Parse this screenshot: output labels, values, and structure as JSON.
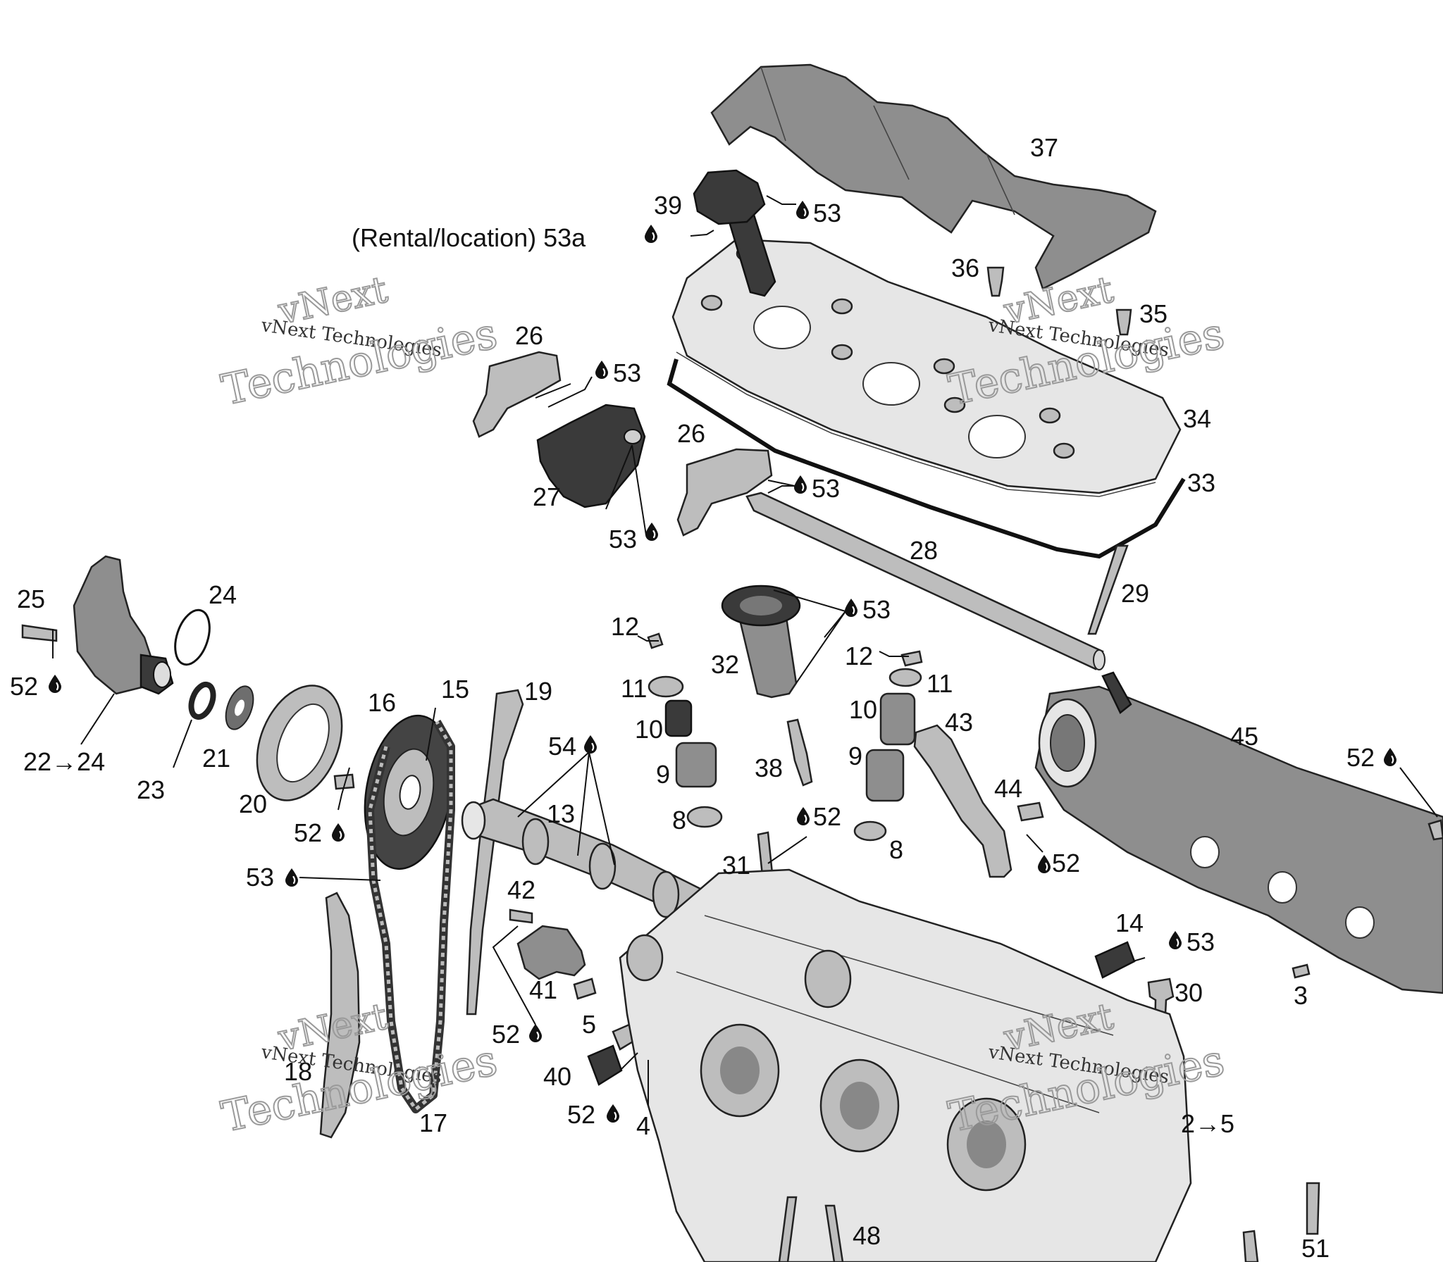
{
  "callouts": {
    "c37": "37",
    "c39": "39",
    "c53_39": "53",
    "c53a": "(Rental/location) 53a",
    "c36": "36",
    "c35": "35",
    "c26a": "26",
    "c53_26a": "53",
    "c26b": "26",
    "c34": "34",
    "c27": "27",
    "c53_26b": "53",
    "c33": "33",
    "c53_27": "53",
    "c28": "28",
    "c25": "25",
    "c24": "24",
    "c29": "29",
    "c52_25": "52",
    "c12a": "12",
    "c53_32": "53",
    "c32": "32",
    "c12b": "12",
    "c11a": "11",
    "c11b": "11",
    "c15": "15",
    "c19": "19",
    "c16": "16",
    "c10a": "10",
    "c10b": "10",
    "c43": "43",
    "c45": "45",
    "c22_24": "22→24",
    "c21": "21",
    "c54": "54",
    "c9a": "9",
    "c38": "38",
    "c9b": "9",
    "c52_45": "52",
    "c23": "23",
    "c20": "20",
    "c13": "13",
    "c44": "44",
    "c52_16": "52",
    "c8a": "8",
    "c52_31": "52",
    "c8b": "8",
    "c53_chain": "53",
    "c31": "31",
    "c52_44": "52",
    "c42": "42",
    "c14": "14",
    "c53_14": "53",
    "c41": "41",
    "c30": "30",
    "c3": "3",
    "c5": "5",
    "c52_42": "52",
    "c18": "18",
    "c40": "40",
    "c52_4": "52",
    "c4": "4",
    "c17": "17",
    "c2_5": "2→5",
    "c48": "48",
    "c51": "51"
  },
  "watermarks": [
    {
      "small": "vNext Technologies",
      "large_top": "vNext",
      "large_bottom": "Technologies"
    },
    {
      "small": "vNext Technologies",
      "large_top": "vNext",
      "large_bottom": "Technologies"
    },
    {
      "small": "vNext Technologies",
      "large_top": "vNext",
      "large_bottom": "Technologies"
    },
    {
      "small": "vNext Technologies",
      "large_top": "vNext",
      "large_bottom": "Technologies"
    }
  ],
  "icons": {
    "oil_drop": "oil-drop-icon",
    "arrow": "right-arrow"
  },
  "colors": {
    "line": "#111111",
    "background": "#ffffff",
    "dark_part": "#3a3a3a",
    "light_part": "#e6e6e6"
  }
}
